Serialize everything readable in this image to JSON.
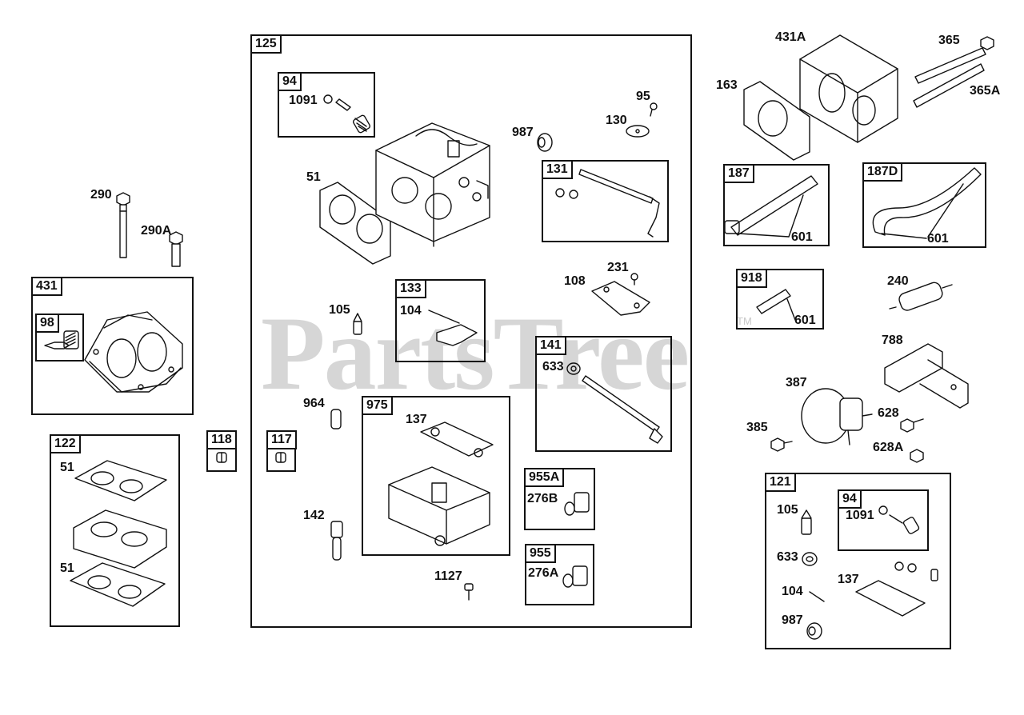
{
  "watermark": {
    "text": "PartsTree",
    "trademark": "TM"
  },
  "boxes": [
    {
      "id": "box-125",
      "tag": "125"
    },
    {
      "id": "box-94",
      "tag": "94"
    },
    {
      "id": "box-131",
      "tag": "131"
    },
    {
      "id": "box-133",
      "tag": "133"
    },
    {
      "id": "box-141",
      "tag": "141"
    },
    {
      "id": "box-975",
      "tag": "975"
    },
    {
      "id": "box-955a",
      "tag": "955A"
    },
    {
      "id": "box-955",
      "tag": "955"
    },
    {
      "id": "box-117",
      "tag": "117"
    },
    {
      "id": "box-118",
      "tag": "118"
    },
    {
      "id": "box-431",
      "tag": "431"
    },
    {
      "id": "box-98",
      "tag": "98"
    },
    {
      "id": "box-122",
      "tag": "122"
    },
    {
      "id": "box-187",
      "tag": "187"
    },
    {
      "id": "box-187d",
      "tag": "187D"
    },
    {
      "id": "box-918",
      "tag": "918"
    },
    {
      "id": "box-121",
      "tag": "121"
    },
    {
      "id": "box-94b",
      "tag": "94"
    }
  ],
  "labels": [
    {
      "id": "lbl-290",
      "text": "290"
    },
    {
      "id": "lbl-290a",
      "text": "290A"
    },
    {
      "id": "lbl-51-left",
      "text": "51"
    },
    {
      "id": "lbl-51a",
      "text": "51"
    },
    {
      "id": "lbl-51b",
      "text": "51"
    },
    {
      "id": "lbl-1091",
      "text": "1091"
    },
    {
      "id": "lbl-987",
      "text": "987"
    },
    {
      "id": "lbl-95",
      "text": "95"
    },
    {
      "id": "lbl-130",
      "text": "130"
    },
    {
      "id": "lbl-231",
      "text": "231"
    },
    {
      "id": "lbl-108",
      "text": "108"
    },
    {
      "id": "lbl-105",
      "text": "105"
    },
    {
      "id": "lbl-104",
      "text": "104"
    },
    {
      "id": "lbl-633",
      "text": "633"
    },
    {
      "id": "lbl-964",
      "text": "964"
    },
    {
      "id": "lbl-137",
      "text": "137"
    },
    {
      "id": "lbl-142",
      "text": "142"
    },
    {
      "id": "lbl-1127",
      "text": "1127"
    },
    {
      "id": "lbl-276b",
      "text": "276B"
    },
    {
      "id": "lbl-276a",
      "text": "276A"
    },
    {
      "id": "lbl-431a",
      "text": "431A"
    },
    {
      "id": "lbl-365",
      "text": "365"
    },
    {
      "id": "lbl-365a",
      "text": "365A"
    },
    {
      "id": "lbl-163",
      "text": "163"
    },
    {
      "id": "lbl-601a",
      "text": "601"
    },
    {
      "id": "lbl-601b",
      "text": "601"
    },
    {
      "id": "lbl-601c",
      "text": "601"
    },
    {
      "id": "lbl-240",
      "text": "240"
    },
    {
      "id": "lbl-788",
      "text": "788"
    },
    {
      "id": "lbl-387",
      "text": "387"
    },
    {
      "id": "lbl-385",
      "text": "385"
    },
    {
      "id": "lbl-628",
      "text": "628"
    },
    {
      "id": "lbl-628a",
      "text": "628A"
    },
    {
      "id": "lbl-105b",
      "text": "105"
    },
    {
      "id": "lbl-1091b",
      "text": "1091"
    },
    {
      "id": "lbl-633b",
      "text": "633"
    },
    {
      "id": "lbl-137b",
      "text": "137"
    },
    {
      "id": "lbl-104b",
      "text": "104"
    },
    {
      "id": "lbl-987b",
      "text": "987"
    }
  ]
}
